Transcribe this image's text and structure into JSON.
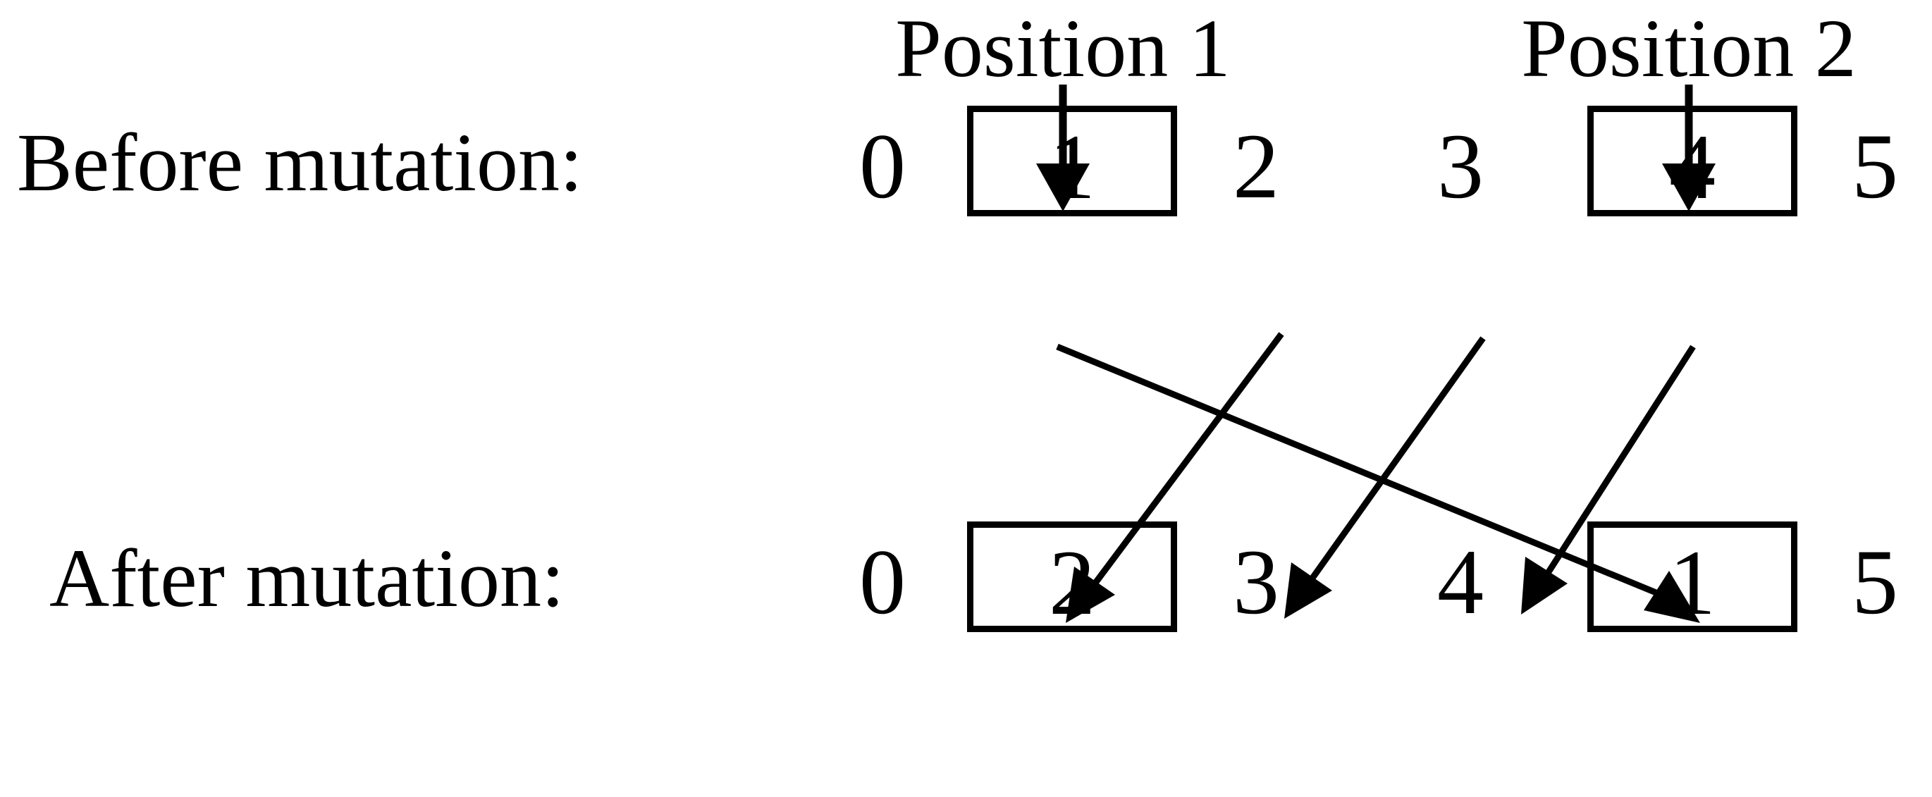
{
  "diagram": {
    "title_absent": true,
    "background_color": "#ffffff",
    "ink_color": "#000000",
    "position_markers": [
      {
        "label": "Position 1",
        "points_to_index": 1
      },
      {
        "label": "Position 2",
        "points_to_index": 4
      }
    ],
    "rows": [
      {
        "id": "before",
        "label": "Before mutation:",
        "cells": [
          {
            "value": "0",
            "boxed": false
          },
          {
            "value": "1",
            "boxed": true
          },
          {
            "value": "2",
            "boxed": false
          },
          {
            "value": "3",
            "boxed": false
          },
          {
            "value": "4",
            "boxed": true
          },
          {
            "value": "5",
            "boxed": false
          }
        ]
      },
      {
        "id": "after",
        "label": "After mutation:",
        "cells": [
          {
            "value": "0",
            "boxed": false
          },
          {
            "value": "2",
            "boxed": true
          },
          {
            "value": "3",
            "boxed": false
          },
          {
            "value": "4",
            "boxed": false
          },
          {
            "value": "1",
            "boxed": true
          },
          {
            "value": "5",
            "boxed": false
          }
        ]
      }
    ],
    "mapping_arrows": [
      {
        "from_value": "1",
        "from_index": 1,
        "to_index": 4,
        "name": "arrow-1-to-slot4"
      },
      {
        "from_value": "2",
        "from_index": 2,
        "to_index": 1,
        "name": "arrow-2-to-slot1"
      },
      {
        "from_value": "3",
        "from_index": 3,
        "to_index": 2,
        "name": "arrow-3-to-slot2"
      },
      {
        "from_value": "4",
        "from_index": 4,
        "to_index": 3,
        "name": "arrow-4-to-slot3"
      }
    ]
  }
}
